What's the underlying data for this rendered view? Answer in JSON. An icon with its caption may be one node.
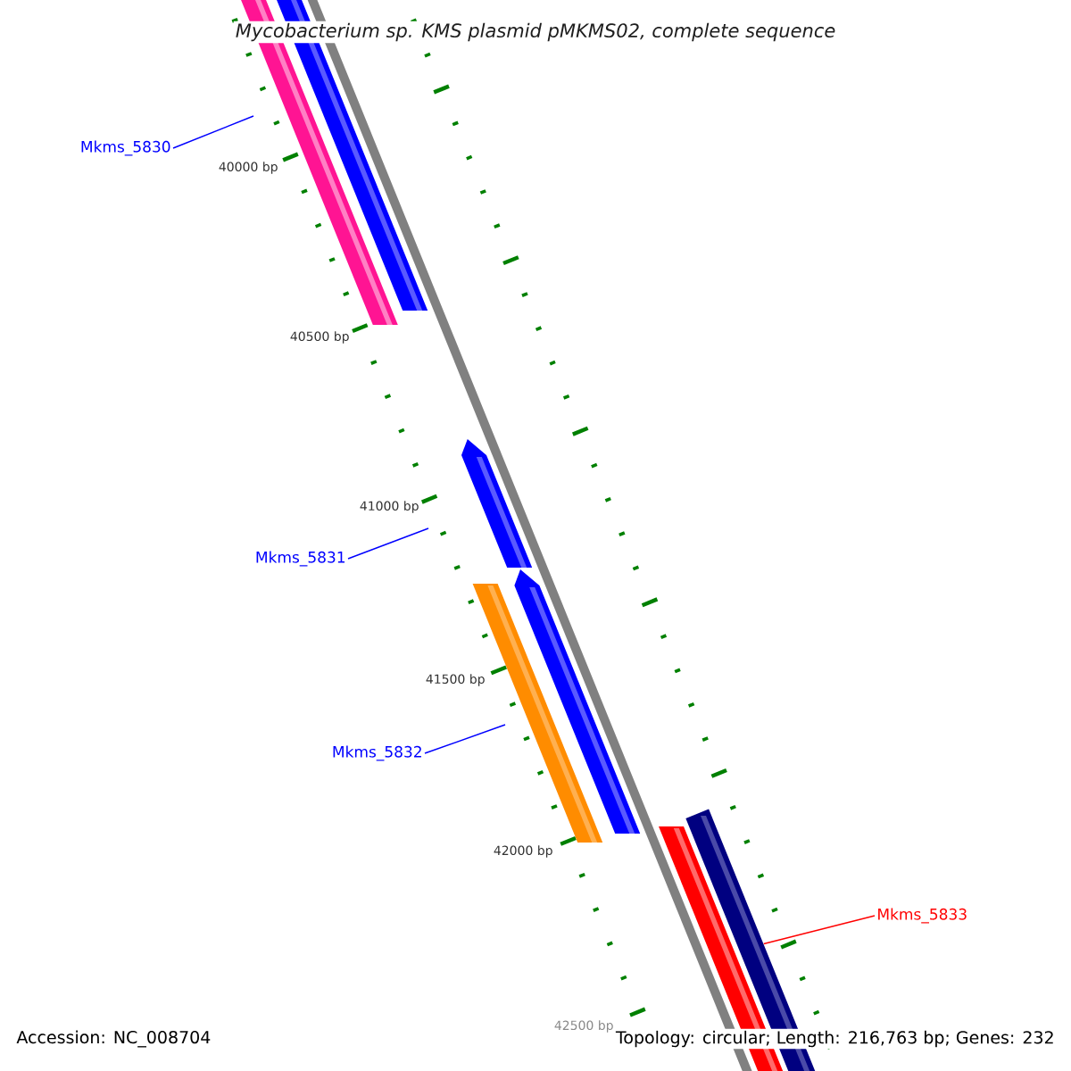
{
  "diagram": {
    "title": "Mycobacterium sp. KMS plasmid pMKMS02, complete sequence",
    "nodes": [
      {
        "text": [
          "Mkms_5830"
        ]
      },
      {
        "text": [
          "Mkms_5831"
        ]
      },
      {
        "text": [
          "Mkms_5832"
        ]
      },
      {
        "text": [
          "Mkms_5833"
        ]
      },
      {
        "text": [],
        "shape": "bar"
      }
    ],
    "edges": [
      {
        "from": 0,
        "to": null,
        "arrow": "none"
      },
      {
        "from": 1,
        "to": null,
        "arrow": "none"
      },
      {
        "from": 2,
        "to": null,
        "arrow": "none"
      },
      {
        "from": 3,
        "to": 4,
        "arrow": "none",
        "color": "#ff0000"
      }
    ],
    "labels": [
      "40000 bp",
      "40500 bp",
      "41000 bp",
      "41500 bp",
      "42000 bp",
      "42500 bp",
      "Accession: NC_008704",
      "Topology: circular; Length: 216,763 bp; Genes: 232"
    ]
  }
}
